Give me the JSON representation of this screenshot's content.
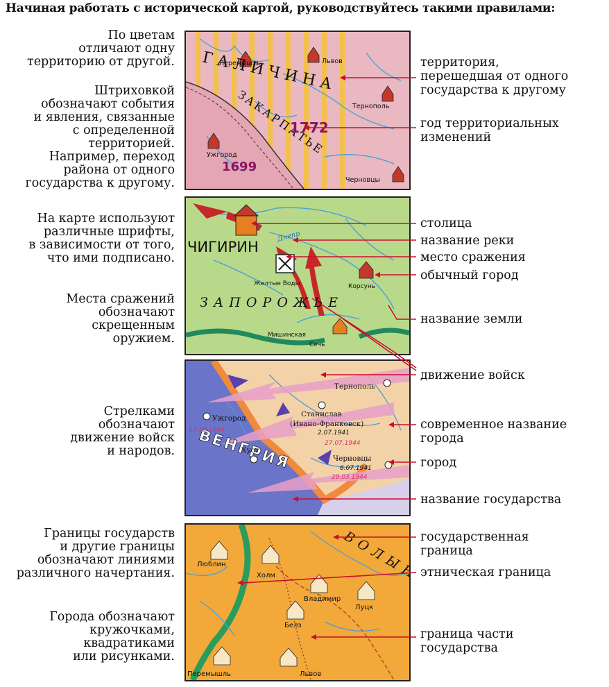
{
  "title": "Начиная работать с исторической картой, руководствуйтесь такими правилами:",
  "colors": {
    "annotation_line": "#c8102e",
    "map1_bg": "#e9b8c0",
    "map1_stripe": "#f5c23a",
    "map2_bg": "#b9d98a",
    "map3_bg": "#6a74c8",
    "map4_bg": "#f2a93a",
    "river": "#4a9fd6",
    "year_color": "#8a1464"
  },
  "left_texts": {
    "colors_rule": "По цветам\nотличают одну\nтерриторию от другой.",
    "hatching_rule": "Штриховкой\nобозначают события\nи явления, связанные\nс определенной\nтерриторией.\nНапример, переход\nрайона от одного\nгосударства к другому.",
    "fonts_rule": "На карте используют\nразличные шрифты,\nв зависимости от того,\nчто ими подписано.",
    "battles_rule": "Места сражений\nобозначают\nскрещенным\nоружием.",
    "arrows_rule": "Стрелками\nобозначают\nдвижение войск\nи народов.",
    "borders_rule": "Границы государств\nи другие границы\nобозначают линиями\nразличного начертания.",
    "cities_rule": "Города обозначают\nкружочками,\nквадратиками\nили рисунками."
  },
  "right_labels": {
    "territory_transfer": "территория,\nперешедшая от одного\nгосударства к другому",
    "year_change": "год территориальных\nизменений",
    "capital": "столица",
    "river_name": "название реки",
    "battle_place": "место сражения",
    "ordinary_city": "обычный город",
    "land_name": "название земли",
    "troop_movement": "движение войск",
    "modern_city_name": "современное название\nгорода",
    "city": "город",
    "state_name": "название государства",
    "state_border": "государственная\nграница",
    "ethnic_border": "этническая граница",
    "part_border": "граница части\nгосударства"
  },
  "map1": {
    "region_top": "Г А Л И Ч И Н А",
    "region_diag": "ЗАКАРПАТЬЕ",
    "year_a": "1772",
    "year_b": "1699",
    "cities": [
      "Перемышль",
      "Львов",
      "Тернополь",
      "Ужгород",
      "Черновцы"
    ]
  },
  "map2": {
    "capital": "ЧИГИРИН",
    "river": "Днепр",
    "land": "З А П О Р О Ж Ь Е",
    "cities": [
      "Желтые Воды",
      "Корсунь",
      "Мишинская",
      "Сечь"
    ]
  },
  "map3": {
    "state": "ВЕНГРИЯ",
    "cities": [
      "Тернополь",
      "Ужгород",
      "Станислав",
      "(Ивано-Франковск)",
      "Хуст",
      "Черновцы"
    ],
    "dates": [
      "27.07.1944",
      "27.10.1944",
      "29.03.1944"
    ],
    "dates_black": [
      "2.07.1941",
      "6.07.1941"
    ]
  },
  "map4": {
    "region": "В О Л Ы Н Ь",
    "cities": [
      "Люблин",
      "Холм",
      "Владимир",
      "Луцк",
      "Белз",
      "Перемышль",
      "Львов"
    ]
  }
}
